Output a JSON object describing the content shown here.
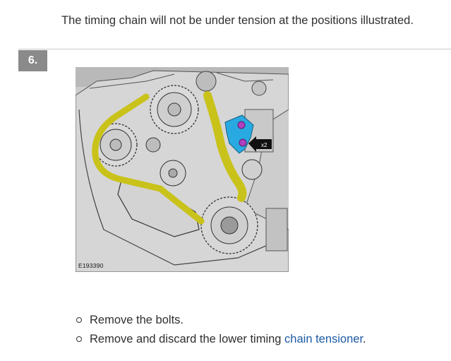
{
  "note": "The timing chain will not be under tension at the positions illustrated.",
  "step": {
    "number": "6.",
    "figure_id": "E193390",
    "callout_label": "x2",
    "items": [
      {
        "text": "Remove the bolts."
      },
      {
        "text_before": "Remove and discard the lower timing ",
        "link_text": "chain tensioner",
        "text_after": "."
      }
    ]
  },
  "colors": {
    "chain": "#c9c21a",
    "tensioner": "#29a9e1",
    "bolt": "#b13fc0",
    "link": "#1b5aa5",
    "badge": "#8a8a8a"
  }
}
